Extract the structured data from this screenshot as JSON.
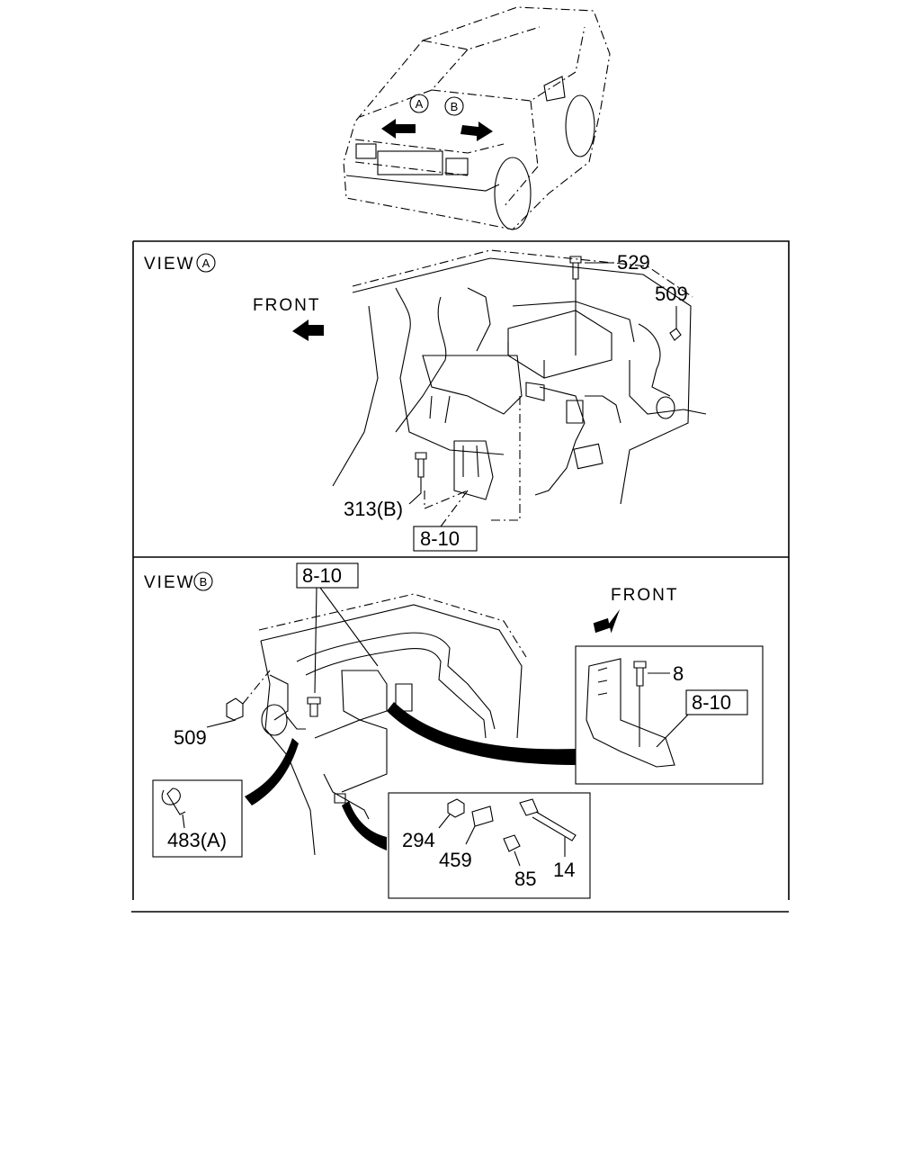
{
  "vehicle": {
    "view_a_marker": "A",
    "view_b_marker": "B"
  },
  "view_a": {
    "title_prefix": "VIEW",
    "title_marker": "A",
    "front_label": "FRONT",
    "callouts": {
      "bolt_top": "529",
      "clip_right": "509",
      "bolt_left": "313(B)",
      "ref_box": "8-10"
    }
  },
  "view_b": {
    "title_prefix": "VIEW",
    "title_marker": "B",
    "front_label": "FRONT",
    "callouts": {
      "ref_box_top": "8-10",
      "nut_left": "509",
      "inset_bolt": "8",
      "inset_ref_box": "8-10",
      "clip_inset": "483(A)",
      "nut": "294",
      "bracket": "459",
      "grommet": "85",
      "tie": "14"
    }
  }
}
